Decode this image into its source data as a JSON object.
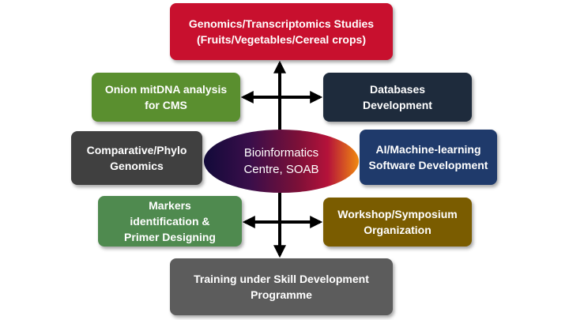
{
  "center": {
    "label": "Bioinformatics\nCentre, SOAB",
    "gradient": [
      "#120a3a",
      "#3a0e4a",
      "#7a1038",
      "#b5123a",
      "#f08a10"
    ]
  },
  "boxes": {
    "genomics": {
      "label": "Genomics/Transcriptomics Studies\n(Fruits/Vegetables/Cereal crops)",
      "color": "#c8102e"
    },
    "onion": {
      "label": "Onion mitDNA analysis\nfor CMS",
      "color": "#5a8f2f"
    },
    "databases": {
      "label": "Databases\nDevelopment",
      "color": "#1e2b3c"
    },
    "comparative": {
      "label": "Comparative/Phylo\nGenomics",
      "color": "#404040"
    },
    "ai": {
      "label": "AI/Machine-learning\nSoftware Development",
      "color": "#1f3a6b"
    },
    "markers": {
      "label": "Markers\nidentification &\nPrimer Designing",
      "color": "#4f8a4f"
    },
    "workshop": {
      "label": "Workshop/Symposium\nOrganization",
      "color": "#7a5c00"
    },
    "training": {
      "label": "Training under Skill Development\nProgramme",
      "color": "#5c5c5c"
    }
  },
  "arrow_color": "#000000"
}
